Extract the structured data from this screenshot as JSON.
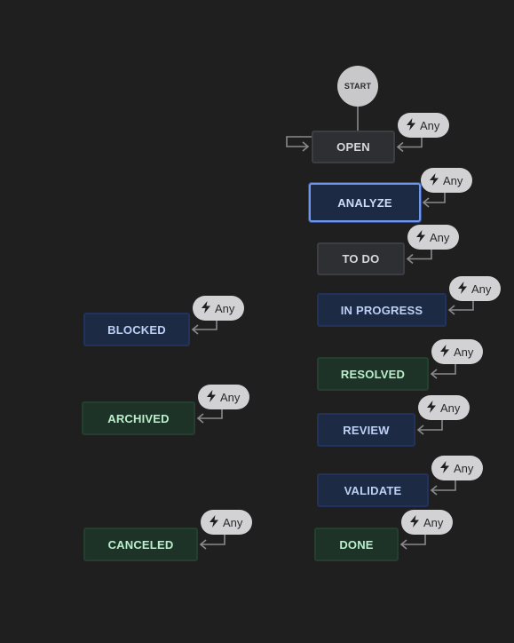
{
  "start": {
    "label": "START"
  },
  "any_label": "Any",
  "statuses": [
    {
      "id": "open",
      "label": "OPEN",
      "tone": "gray"
    },
    {
      "id": "analyze",
      "label": "ANALYZE",
      "tone": "selected"
    },
    {
      "id": "todo",
      "label": "TO DO",
      "tone": "gray"
    },
    {
      "id": "in-progress",
      "label": "IN PROGRESS",
      "tone": "blue"
    },
    {
      "id": "blocked",
      "label": "BLOCKED",
      "tone": "blue"
    },
    {
      "id": "resolved",
      "label": "RESOLVED",
      "tone": "green"
    },
    {
      "id": "archived",
      "label": "ARCHIVED",
      "tone": "green"
    },
    {
      "id": "review",
      "label": "REVIEW",
      "tone": "blue"
    },
    {
      "id": "validate",
      "label": "VALIDATE",
      "tone": "blue"
    },
    {
      "id": "canceled",
      "label": "CANCELED",
      "tone": "green"
    },
    {
      "id": "done",
      "label": "DONE",
      "tone": "green"
    }
  ],
  "colors": {
    "background": "#1f1f1f",
    "gray_status": "#2e2f33",
    "blue_status": "#1d2a44",
    "green_status": "#1e3327",
    "selected_border": "#6f96e8",
    "connector": "#8a8a8e",
    "any_pill": "#d2d2d5"
  },
  "icons": {
    "any": "lightning-bolt-icon"
  }
}
